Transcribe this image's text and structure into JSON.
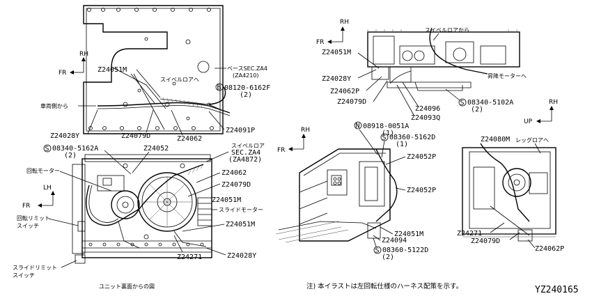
{
  "figure_id": "YZ240165",
  "note": "注) 本イラストは左回転仕様のハーネス配策を示す。",
  "unit_back_caption": "ユニット裏面からの図",
  "directions": {
    "rh": "RH",
    "fr": "FR",
    "lh": "LH",
    "up": "UP"
  },
  "view_a": {
    "labels": {
      "base_sec": "ベースSEC.ZA4",
      "base_sec_ref": "(ZA4210)",
      "swivel_floor": "スイベルロアへ",
      "z24051m": "Z24051M",
      "bolt_code": "08120-6162F",
      "bolt_qty": "(2)",
      "from_vehicle": "車両側から",
      "z24091p": "Z24091P",
      "z24028y": "Z24028Y",
      "z24079d": "Z24079D",
      "z24062": "Z24062"
    }
  },
  "view_b": {
    "labels": {
      "screw_code": "08340-5162A",
      "screw_qty": "(2)",
      "z24052": "Z24052",
      "swivel_sec": "スイベルロア",
      "swivel_sec2": "SEC.ZA4",
      "swivel_sec_ref": "(ZA4872)",
      "rotation_motor": "回転モーター",
      "z24062": "Z24062",
      "z24079d": "Z24079D",
      "z24051m_a": "Z24051M",
      "slide_motor": "スライドモーター",
      "rotation_limit": "回転リミット",
      "rotation_limit2": "スイッチ",
      "z24051m_b": "Z24051M",
      "z24028y": "Z24028Y",
      "slide_limit": "スライドリミット",
      "slide_limit2": "スイッチ",
      "z24271": "Z24271"
    }
  },
  "view_c": {
    "labels": {
      "from_swivel": "スイベルロアから",
      "z24051m": "Z24051M",
      "z24028y": "Z24028Y",
      "z24062p": "Z24062P",
      "z24079d": "Z24079D",
      "z24096": "Z24096",
      "z24093q": "Z24093Q",
      "to_lift_motor": "昇降モーターへ",
      "screw_code": "08340-5102A",
      "screw_qty": "(2)"
    }
  },
  "view_d": {
    "labels": {
      "nut_code": "08918-0051A",
      "nut_qty": "(1)",
      "screw_code": "08360-5162D",
      "screw_qty": "(1)",
      "z24052p_a": "Z24052P",
      "z24052p_b": "Z24052P",
      "z24051m": "Z24051M",
      "z24094": "Z24094",
      "screw2_code": "08360-5122D",
      "screw2_qty": "(2)"
    }
  },
  "view_e": {
    "labels": {
      "z24080m": "Z24080M",
      "leg_floor": "レッグロアへ",
      "z24271": "Z24271",
      "z24079d": "Z24079D",
      "z24062p": "Z24062P"
    }
  },
  "symbols": {
    "b": "B",
    "s": "S",
    "n": "N"
  }
}
